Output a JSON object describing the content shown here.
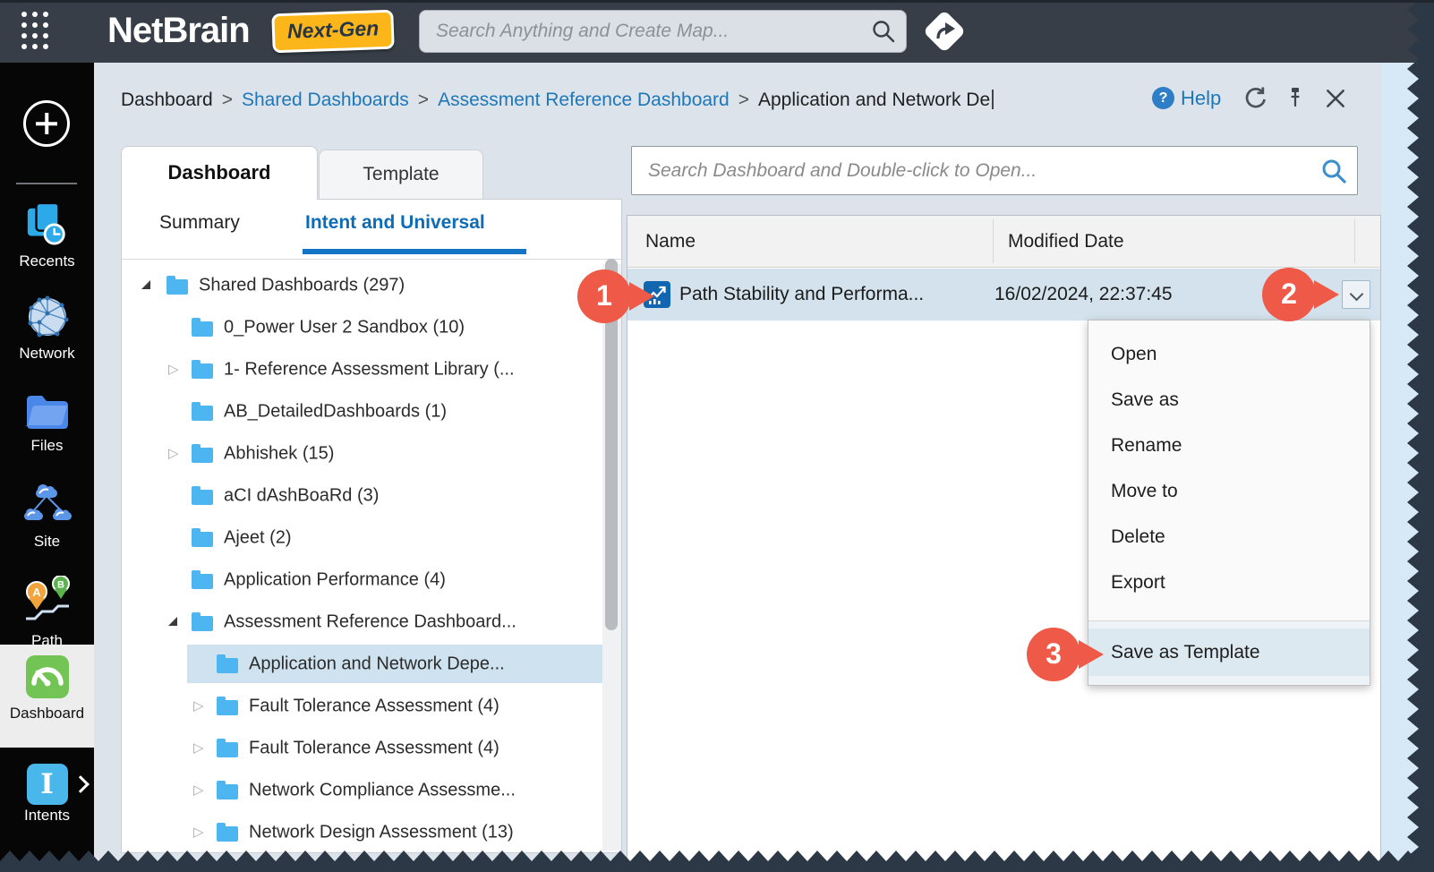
{
  "topbar": {
    "logo_text": "NetBrain",
    "badge_text": "Next-Gen",
    "search_placeholder": "Search Anything and Create Map..."
  },
  "sidebar": {
    "items": [
      {
        "label": "Recents"
      },
      {
        "label": "Network"
      },
      {
        "label": "Files"
      },
      {
        "label": "Site"
      },
      {
        "label": "Path"
      },
      {
        "label": "Dashboard",
        "active": true
      },
      {
        "label": "Intents",
        "icon_glyph": "I"
      }
    ]
  },
  "breadcrumb": {
    "items": [
      {
        "label": "Dashboard",
        "link": false
      },
      {
        "label": "Shared Dashboards",
        "link": true
      },
      {
        "label": "Assessment Reference Dashboard",
        "link": true
      },
      {
        "label": "Application and Network De",
        "link": false
      }
    ],
    "help_glyph": "?",
    "help_label": "Help"
  },
  "panel": {
    "tabs": [
      {
        "label": "Dashboard",
        "active": true
      },
      {
        "label": "Template",
        "active": false
      }
    ],
    "subtabs": [
      {
        "label": "Summary",
        "active": false
      },
      {
        "label": "Intent and Universal",
        "active": true
      }
    ],
    "tree": [
      {
        "label": "Shared Dashboards (297)",
        "level": 0,
        "expander": "expanded"
      },
      {
        "label": "0_Power User 2 Sandbox (10)",
        "level": 1,
        "expander": "none"
      },
      {
        "label": "1- Reference Assessment Library (...",
        "level": 1,
        "expander": "collapsed"
      },
      {
        "label": "AB_DetailedDashboards (1)",
        "level": 1,
        "expander": "none"
      },
      {
        "label": "Abhishek (15)",
        "level": 1,
        "expander": "collapsed"
      },
      {
        "label": "aCI dAshBoaRd (3)",
        "level": 1,
        "expander": "none"
      },
      {
        "label": "Ajeet (2)",
        "level": 1,
        "expander": "none"
      },
      {
        "label": "Application Performance (4)",
        "level": 1,
        "expander": "none"
      },
      {
        "label": "Assessment Reference Dashboard...",
        "level": 1,
        "expander": "expanded"
      },
      {
        "label": "Application and Network Depe...",
        "level": 2,
        "expander": "none",
        "selected": true
      },
      {
        "label": "Fault Tolerance Assessment (4)",
        "level": 2,
        "expander": "collapsed"
      },
      {
        "label": "Fault Tolerance Assessment (4)",
        "level": 2,
        "expander": "collapsed"
      },
      {
        "label": "Network Compliance Assessme...",
        "level": 2,
        "expander": "collapsed"
      },
      {
        "label": "Network Design Assessment (13)",
        "level": 2,
        "expander": "collapsed"
      }
    ]
  },
  "content": {
    "search_placeholder": "Search Dashboard and Double-click to Open...",
    "table": {
      "columns": [
        "Name",
        "Modified Date"
      ],
      "rows": [
        {
          "name": "Path Stability and Performa...",
          "modified": "16/02/2024, 22:37:45",
          "selected": true
        }
      ]
    },
    "menu": {
      "items": [
        "Open",
        "Save as",
        "Rename",
        "Move to",
        "Delete",
        "Export"
      ],
      "highlighted_item": "Save as Template"
    }
  },
  "annotations": [
    {
      "number": "1"
    },
    {
      "number": "2"
    },
    {
      "number": "3"
    }
  ],
  "icons": {
    "collapsed_expander_glyph": "▷"
  },
  "colors": {
    "topbar_bg": "#373e47",
    "sidebar_bg": "#060606",
    "badge_yellow": "#fcb61a",
    "link_blue": "#1e78b8",
    "active_subtab_blue": "#0d6cb5",
    "folder_blue": "#4db5f0",
    "selected_row": "#d3e2ec",
    "menu_highlight": "#dde9f1",
    "annotation_red": "#ee5a47",
    "dashboard_icon_green": "#72c455",
    "intents_icon_blue": "#49b7ea",
    "row_icon_blue": "#1166af"
  }
}
